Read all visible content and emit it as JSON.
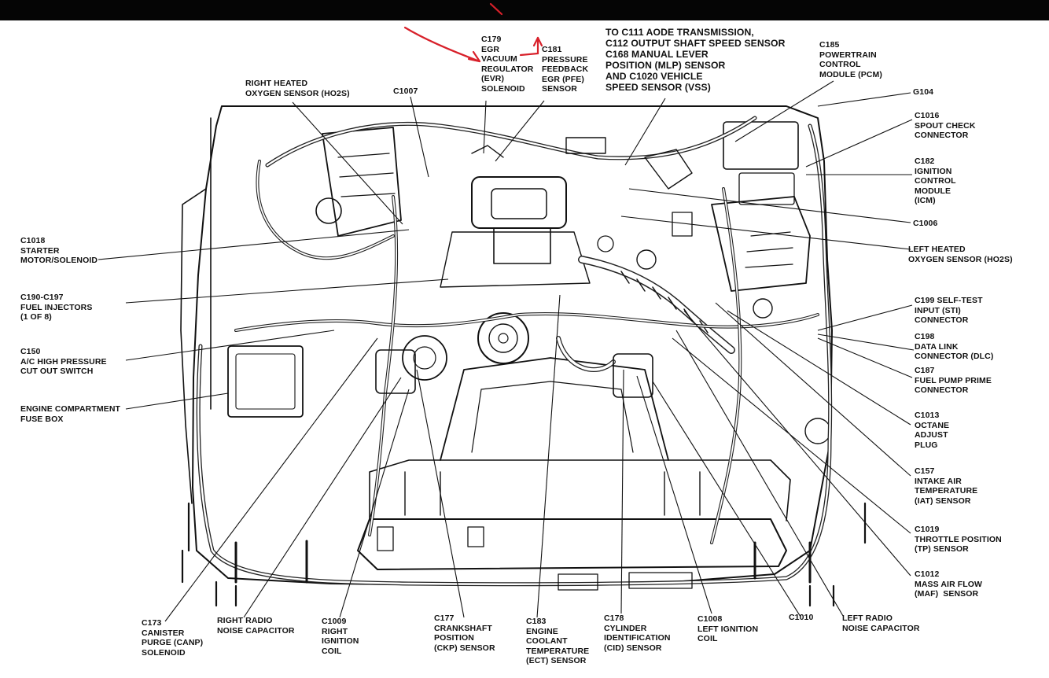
{
  "colors": {
    "background": "#ffffff",
    "topbar": "#050505",
    "ink": "#111111",
    "annotation": "#d8202a"
  },
  "labels": {
    "c179": "C179\nEGR\nVACUUM\nREGULATOR\n(EVR)\nSOLENOID",
    "c181": "C181\nPRESSURE\nFEEDBACK\nEGR (PFE)\nSENSOR",
    "transmission": "TO C111 AODE TRANSMISSION,\nC112 OUTPUT SHAFT SPEED SENSOR\nC168 MANUAL LEVER\nPOSITION (MLP) SENSOR\nAND C1020 VEHICLE\nSPEED SENSOR (VSS)",
    "c185": "C185\nPOWERTRAIN\nCONTROL\nMODULE (PCM)",
    "g104": "G104",
    "c1016": "C1016\nSPOUT CHECK\nCONNECTOR",
    "c182": "C182\nIGNITION\nCONTROL\nMODULE\n(ICM)",
    "c1006_right": "C1006",
    "left_ho2s": "LEFT HEATED\nOXYGEN SENSOR (HO2S)",
    "c199": "C199 SELF-TEST\nINPUT (STI)\nCONNECTOR",
    "c198": "C198\nDATA LINK\nCONNECTOR (DLC)",
    "c187": "C187\nFUEL PUMP PRIME\nCONNECTOR",
    "c1013": "C1013\nOCTANE\nADJUST\nPLUG",
    "c157": "C157\nINTAKE AIR\nTEMPERATURE\n(IAT) SENSOR",
    "c1019": "C1019\nTHROTTLE POSITION\n(TP) SENSOR",
    "c1012": "C1012\nMASS AIR FLOW\n(MAF)  SENSOR",
    "right_ho2s": "RIGHT HEATED\nOXYGEN SENSOR (HO2S)",
    "c1007": "C1007",
    "c1018": "C1018\nSTARTER\nMOTOR/SOLENOID",
    "c190": "C190-C197\nFUEL INJECTORS\n(1 OF 8)",
    "c150": "C150\nA/C HIGH PRESSURE\nCUT OUT SWITCH",
    "fuse_box": "ENGINE COMPARTMENT\nFUSE BOX",
    "c173": "C173\nCANISTER\nPURGE (CANP)\nSOLENOID",
    "right_radio": "RIGHT RADIO\nNOISE CAPACITOR",
    "c1009": "C1009\nRIGHT\nIGNITION\nCOIL",
    "c177": "C177\nCRANKSHAFT\nPOSITION\n(CKP) SENSOR",
    "c183": "C183\nENGINE\nCOOLANT\nTEMPERATURE\n(ECT) SENSOR",
    "c178": "C178\nCYLINDER\nIDENTIFICATION\n(CID) SENSOR",
    "c1008": "C1008\nLEFT IGNITION\nCOIL",
    "c1010": "C1010",
    "left_radio": "LEFT RADIO\nNOISE CAPACITOR"
  }
}
